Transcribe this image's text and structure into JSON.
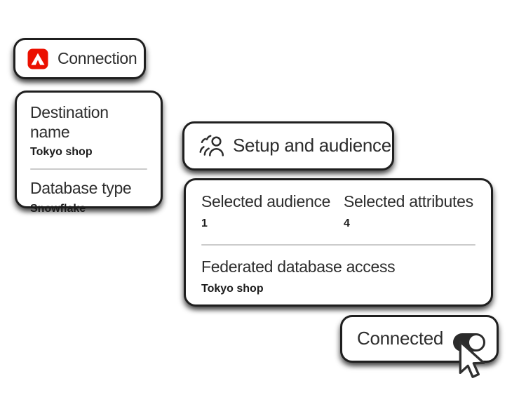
{
  "colors": {
    "canvas_bg": "#ffffff",
    "card_bg": "#ffffff",
    "card_border": "#1f1f1f",
    "text_primary": "#2d2d2d",
    "text_value": "#1c1c1c",
    "divider": "#cbcbcb",
    "adobe_red": "#EB1000",
    "toggle_on_bg": "#2b2b2b",
    "toggle_knob": "#ffffff"
  },
  "connection_card": {
    "icon": "adobe-logo-icon",
    "label": "Connection"
  },
  "details_card": {
    "fields": [
      {
        "label": "Destination name",
        "value": "Tokyo shop"
      },
      {
        "label": "Database type",
        "value": "Snowflake"
      }
    ]
  },
  "setup_card": {
    "icon": "audience-icon",
    "label": "Setup and audience"
  },
  "summary_card": {
    "stats": [
      {
        "label": "Selected audience",
        "value": "1"
      },
      {
        "label": "Selected attributes",
        "value": "4"
      }
    ],
    "field": {
      "label": "Federated database access",
      "value": "Tokyo shop"
    }
  },
  "connected_card": {
    "label": "Connected",
    "toggle_state": "on"
  },
  "cursor": {
    "icon": "mouse-pointer-icon"
  }
}
